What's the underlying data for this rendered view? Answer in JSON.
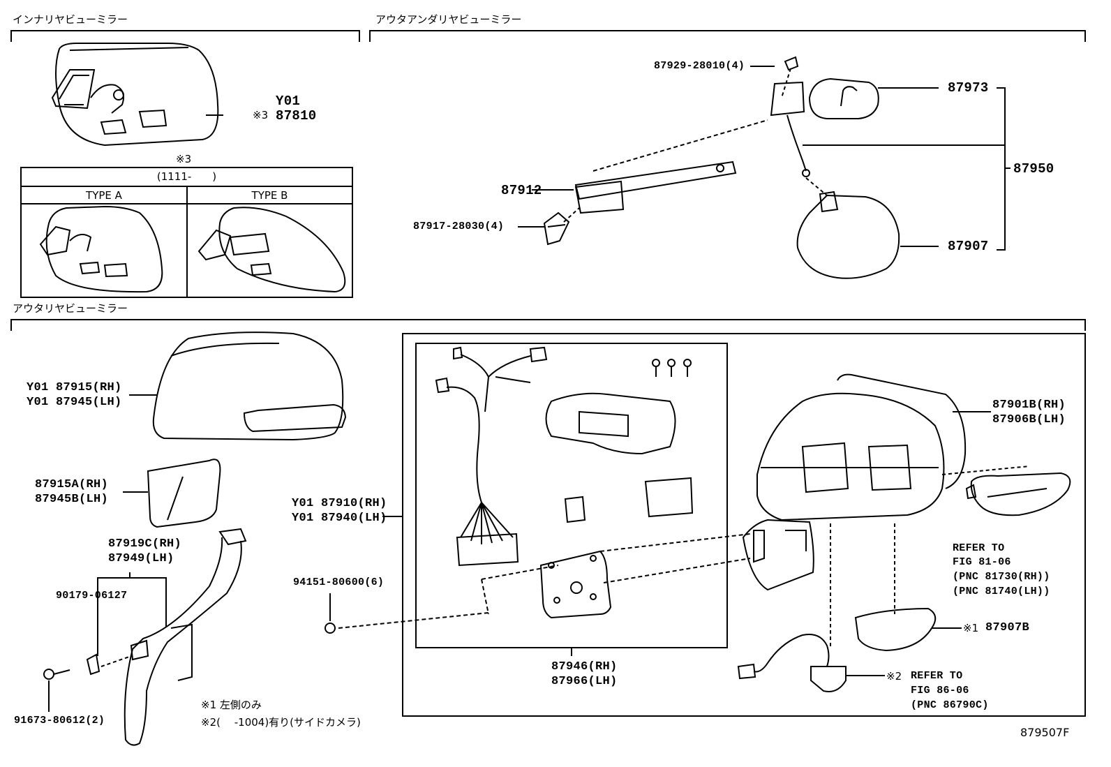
{
  "sections": {
    "inner_mirror": "インナリヤビューミラー",
    "outer_under_mirror": "アウタアンダリヤビューミラー",
    "outer_mirror": "アウタリヤビューミラー"
  },
  "inner": {
    "labels": [
      "Y01",
      "87810"
    ],
    "mark": "※3",
    "table": {
      "mark": "※3",
      "header": "(1111-　　)",
      "col_a": "TYPE A",
      "col_b": "TYPE B"
    }
  },
  "under": {
    "l_87929": "87929-28010(4)",
    "l_87973": "87973",
    "l_87950": "87950",
    "l_87912": "87912",
    "l_87917": "87917-28030(4)",
    "l_87907": "87907"
  },
  "outer": {
    "l_87915": [
      "Y01 87915(RH)",
      "Y01 87945(LH)"
    ],
    "l_87915a": [
      "87915A(RH)",
      "87945B(LH)"
    ],
    "l_87919": [
      "87919C(RH)",
      "87949(LH)"
    ],
    "l_90179": "90179-06127",
    "l_91673": "91673-80612(2)",
    "l_87910": [
      "Y01 87910(RH)",
      "Y01 87940(LH)"
    ],
    "l_94151": "94151-80600(6)",
    "l_87946": [
      "87946(RH)",
      "87966(LH)"
    ],
    "l_87901": [
      "87901B(RH)",
      "87906B(LH)"
    ],
    "refer1": [
      "REFER TO",
      "FIG 81-06",
      "(PNC 81730(RH))",
      "(PNC 81740(LH))"
    ],
    "mark1": "※1",
    "l_87907b": "87907B",
    "mark2": "※2",
    "refer2": [
      "REFER TO",
      "FIG 86-06",
      "(PNC 86790C)"
    ]
  },
  "notes": [
    "※1 左側のみ",
    "※2(　 -1004)有り(サイドカメラ)"
  ],
  "figure_id": "879507F"
}
